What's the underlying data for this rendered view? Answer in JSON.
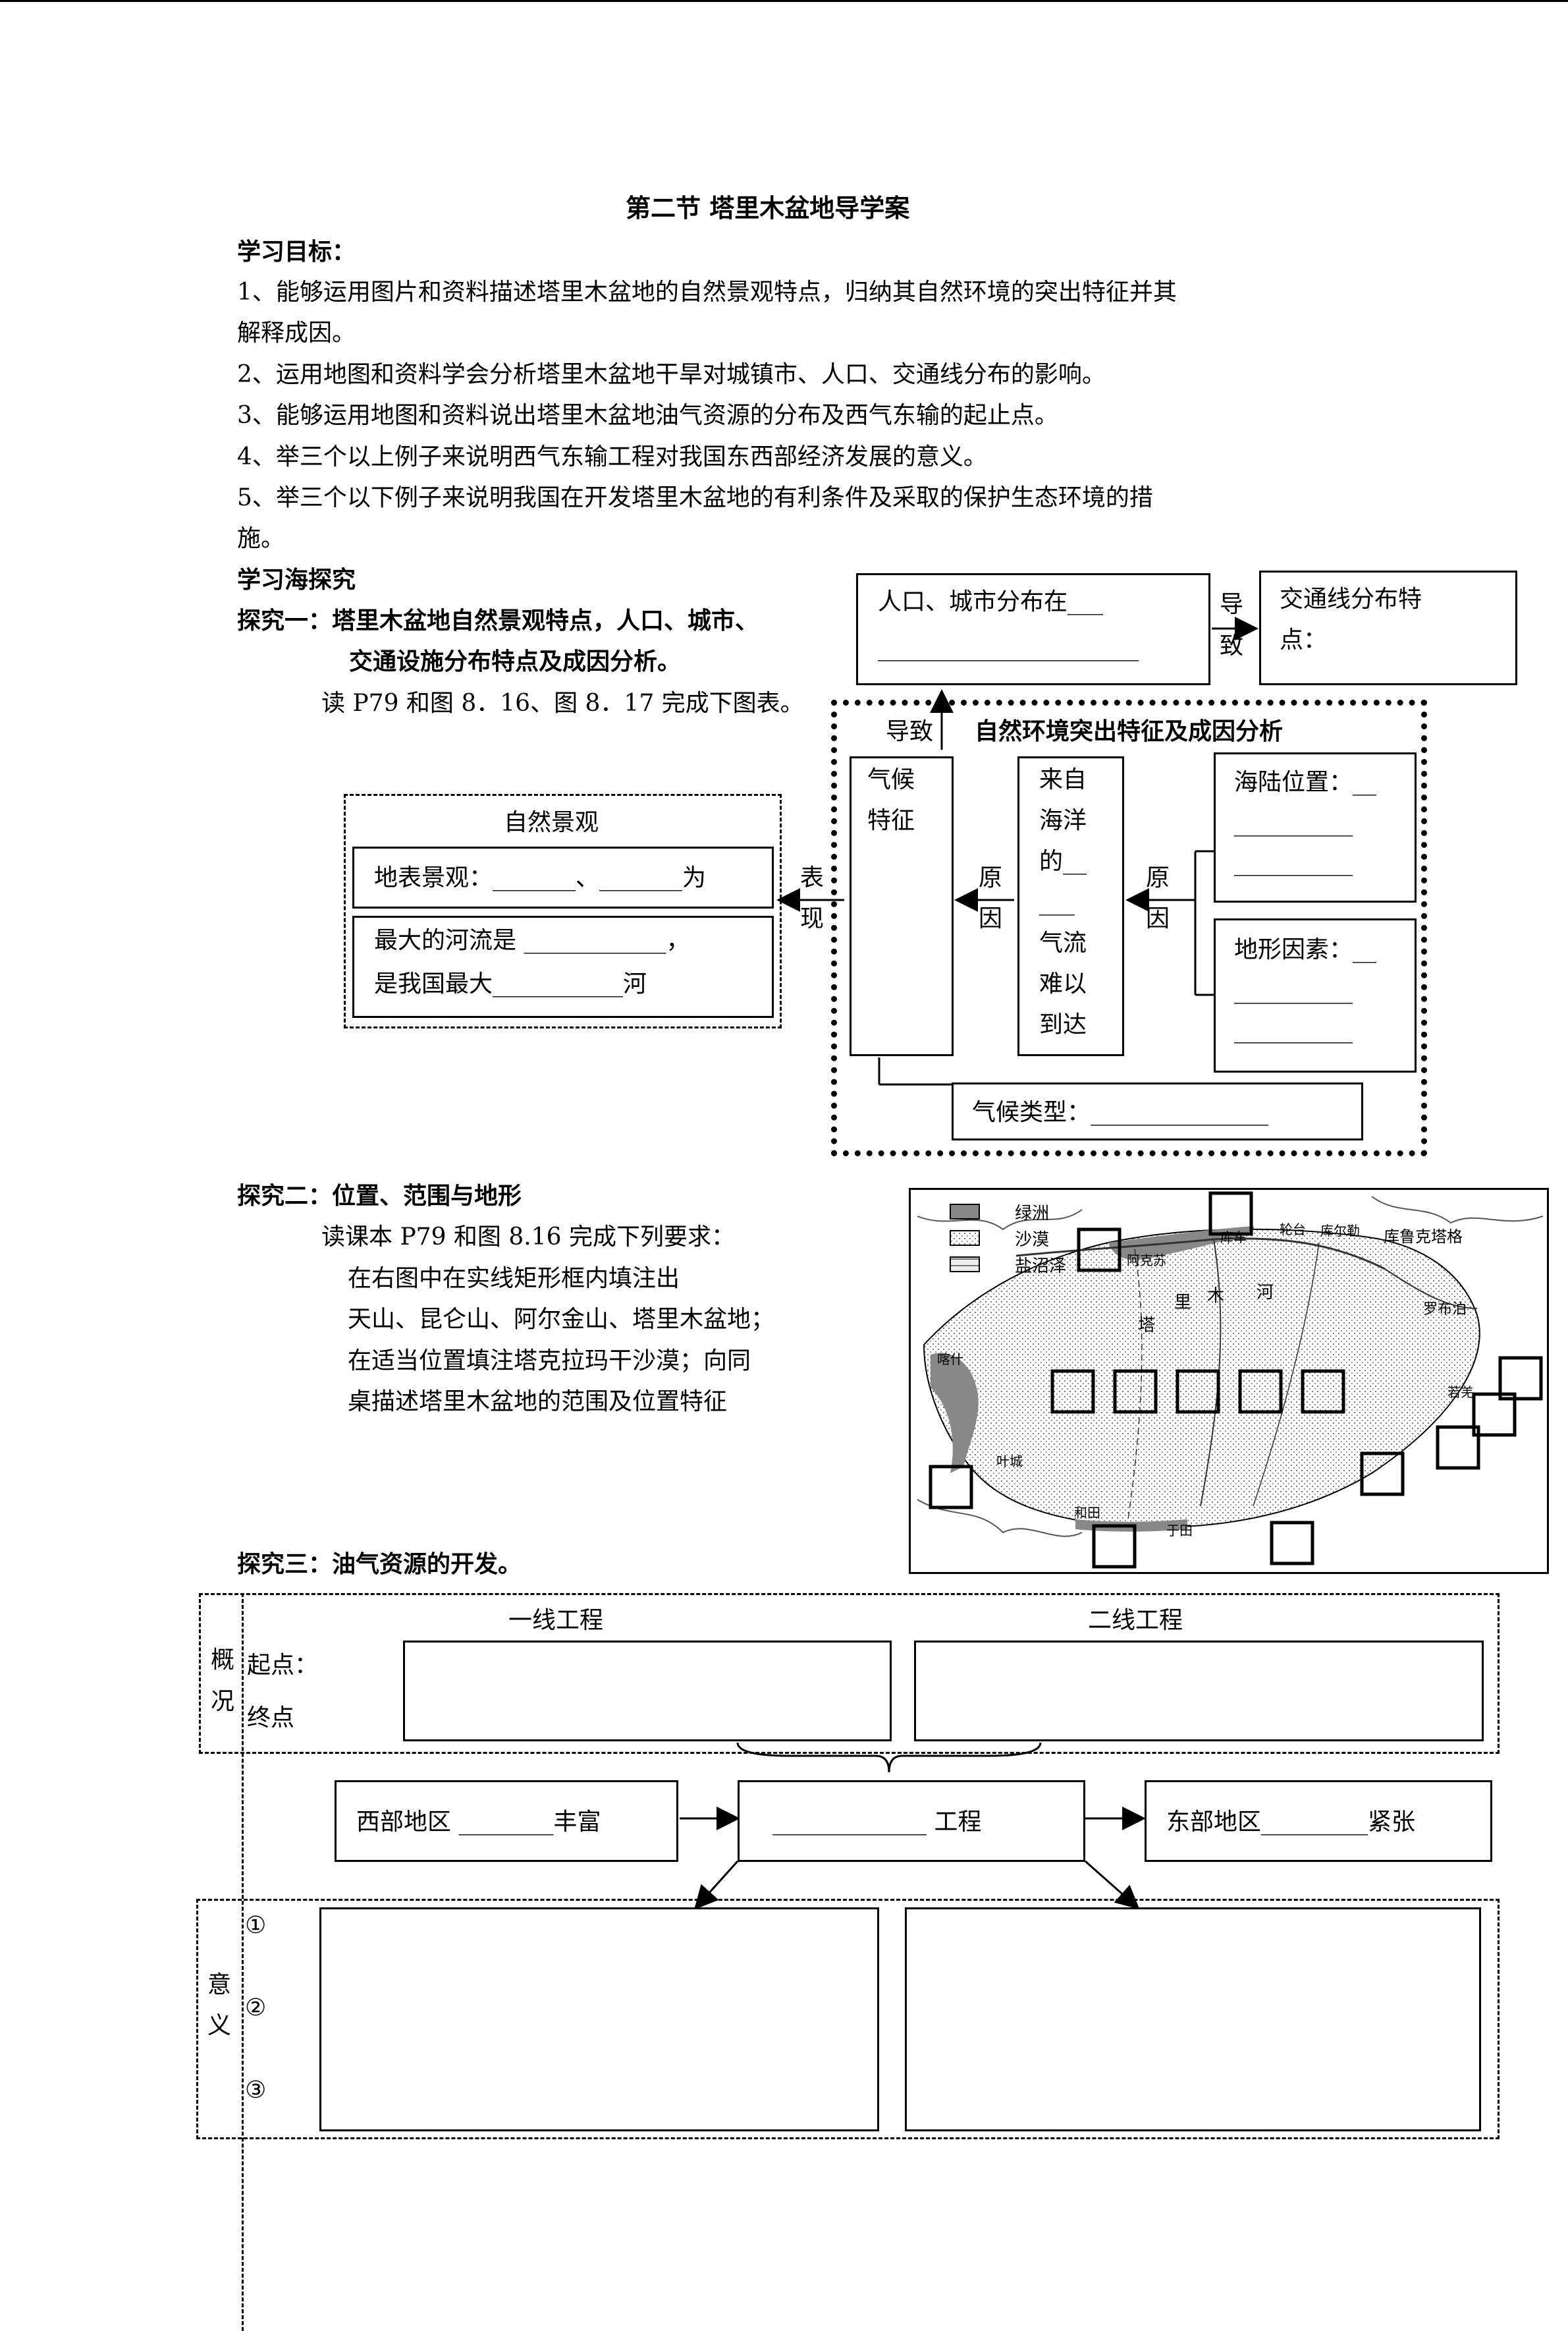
{
  "title": "第二节 塔里木盆地导学案",
  "goals": {
    "heading": "学习目标：",
    "items": [
      "1、能够运用图片和资料描述塔里木盆地的自然景观特点，归纳其自然环境的突出特征并其",
      "解释成因。",
      "2、运用地图和资料学会分析塔里木盆地干旱对城镇市、人口、交通线分布的影响。",
      "3、能够运用地图和资料说出塔里木盆地油气资源的分布及西气东输的起止点。",
      "4、举三个以上例子来说明西气东输工程对我国东西部经济发展的意义。",
      "5、举三个以下例子来说明我国在开发塔里木盆地的有利条件及采取的保护生态环境的措",
      "施。"
    ]
  },
  "explore_heading": "学习海探究",
  "sec1": {
    "title_l1": "探究一：塔里木盆地自然景观特点，人口、城市、",
    "title_l2": "交通设施分布特点及成因分析。",
    "instr": "读 P79 和图 8．16、图 8．17 完成下图表。",
    "pop_l1": "人口、城市分布在___",
    "pop_l2": "______________________",
    "arrow_lead1_a": "导",
    "arrow_lead1_b": "致",
    "traffic_l1": "交通线分布特",
    "traffic_l2": "点：",
    "lead2": "导致",
    "panel_title": "自然环境突出特征及成因分析",
    "climate": [
      "气候",
      "特征"
    ],
    "ocean": [
      "来自",
      "海洋",
      "的__",
      "___",
      "气流",
      "难以",
      "到达"
    ],
    "sea_land": [
      "海陆位置：__",
      "__________",
      "__________"
    ],
    "terrain": [
      "地形因素：__",
      "__________",
      "__________"
    ],
    "cause1": [
      "原",
      "因"
    ],
    "cause2": [
      "原",
      "因"
    ],
    "show": [
      "表",
      "现"
    ],
    "landscape_title": "自然景观",
    "landscape_surface": "地表景观：_______、_______为",
    "river_l1": "最大的河流是 ____________，",
    "river_l2": "是我国最大___________河",
    "climate_type": "气候类型：_______________"
  },
  "sec2": {
    "title": "探究二：位置、范围与地形",
    "lines": [
      "读课本 P79 和图 8.16 完成下列要求：",
      "在右图中在实线矩形框内填注出",
      "天山、昆仑山、阿尔金山、塔里木盆地；",
      "在适当位置填注塔克拉玛干沙漠；向同",
      "桌描述塔里木盆地的范围及位置特征"
    ],
    "map": {
      "legend": [
        "绿洲",
        "沙漠",
        "盐沼泽"
      ],
      "places": [
        "库车",
        "轮台",
        "库尔勒",
        "库鲁克塔格",
        "阿克苏",
        "塔",
        "里",
        "木",
        "河",
        "罗布泊",
        "喀什",
        "叶城",
        "和田",
        "于田",
        "若羌"
      ]
    }
  },
  "sec3": {
    "title": "探究三：油气资源的开发。",
    "overview_label": [
      "概",
      "况"
    ],
    "start": "起点：",
    "end": "终点",
    "line1": "一线工程",
    "line2": "二线工程",
    "west": "西部地区 ________丰富",
    "project": "_____________ 工程",
    "east": "东部地区_________紧张",
    "meaning_label": [
      "意",
      "义"
    ],
    "nums": [
      "①",
      "②",
      "③"
    ]
  }
}
